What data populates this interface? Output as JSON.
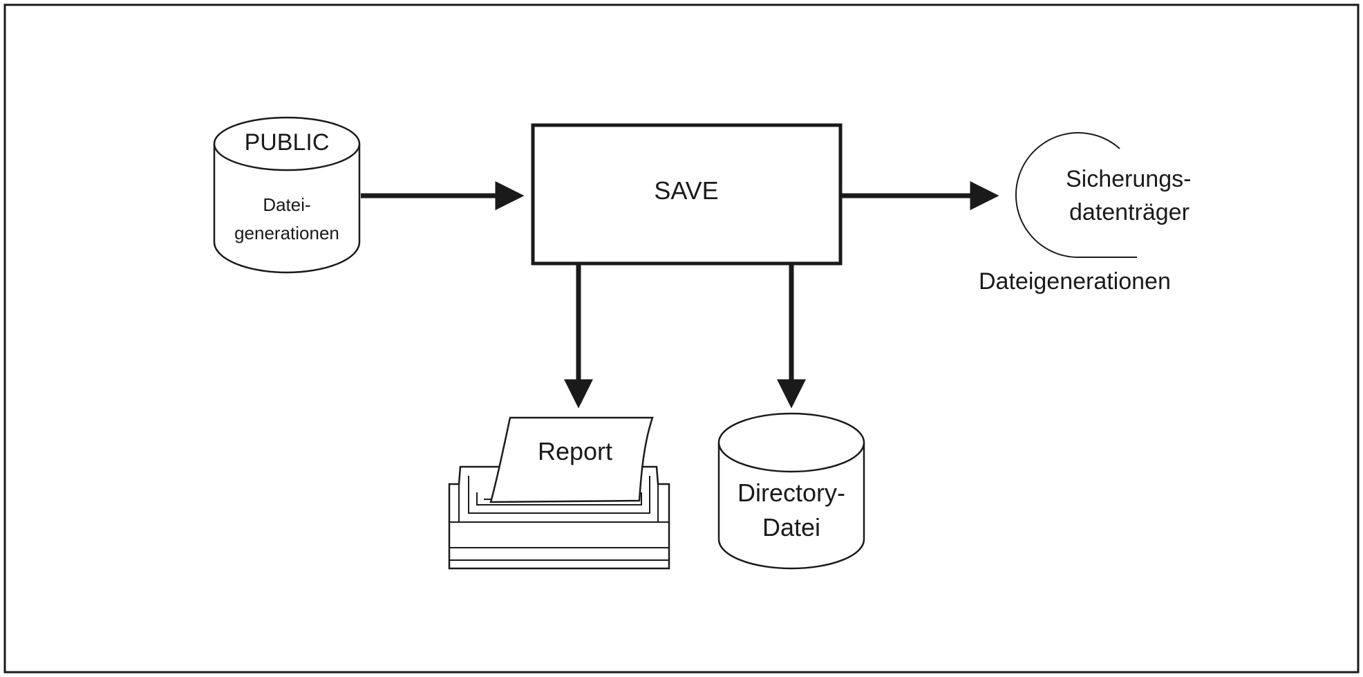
{
  "diagram": {
    "public_store": {
      "title": "PUBLIC",
      "line1": "Datei-",
      "line2": "generationen"
    },
    "save_process": {
      "label": "SAVE"
    },
    "backup_medium": {
      "line1": "Sicherungs-",
      "line2": "datenträger",
      "caption": "Dateigenerationen"
    },
    "report_printer": {
      "label": "Report"
    },
    "directory_file": {
      "line1": "Directory-",
      "line2": "Datei"
    }
  },
  "colors": {
    "line": "#1a1a1a",
    "background": "#ffffff"
  }
}
